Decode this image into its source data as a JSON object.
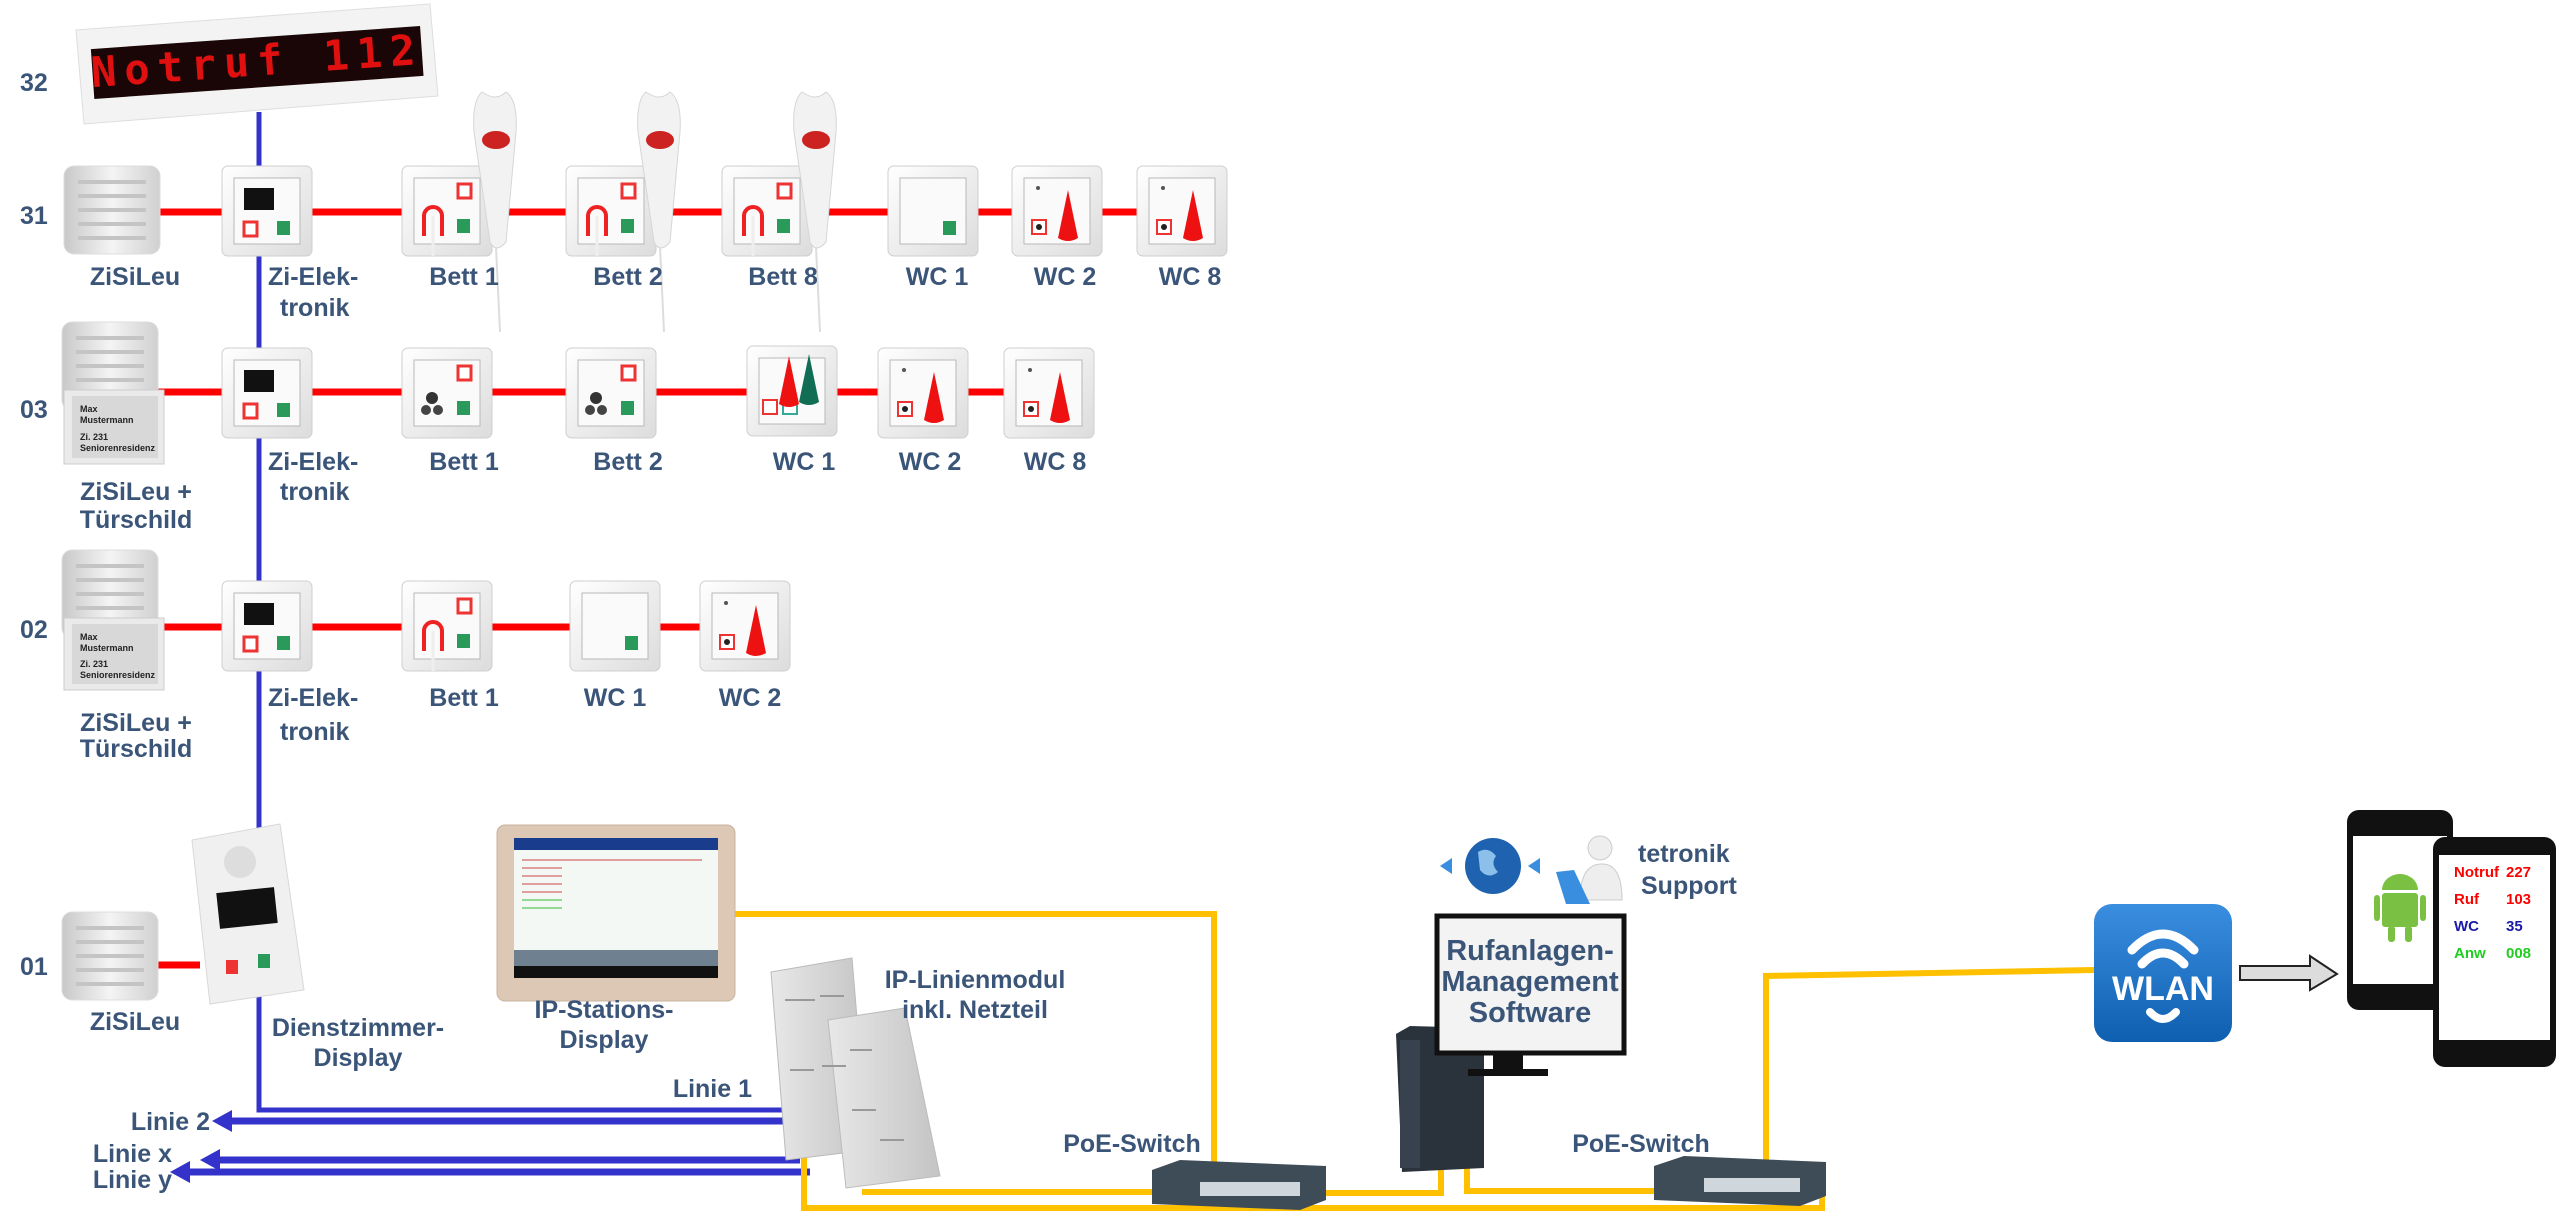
{
  "colors": {
    "bus_red": "#ff0000",
    "line_blue": "#3333cc",
    "ethernet_yellow": "#ffc000",
    "label": "#3b5579",
    "wlan_blue": "#1e73c8"
  },
  "levels": {
    "l32": "32",
    "l31": "31",
    "l03": "03",
    "l02": "02",
    "l01": "01"
  },
  "notruf_display": {
    "text": "Notruf 112"
  },
  "door_sign": {
    "line1": "Max",
    "line2": "Mustermann",
    "line3": "Zi. 231",
    "line4": "Seniorenresidenz"
  },
  "row31": {
    "zisileu": "ZiSiLeu",
    "zi_elek_1": "Zi-Elek-",
    "zi_elek_2": "tronik",
    "bett1": "Bett 1",
    "bett2": "Bett 2",
    "bett8": "Bett 8",
    "wc1": "WC 1",
    "wc2": "WC 2",
    "wc8": "WC 8"
  },
  "row03": {
    "zisileu_1": "ZiSiLeu +",
    "zisileu_2": "Türschild",
    "zi_elek_1": "Zi-Elek-",
    "zi_elek_2": "tronik",
    "bett1": "Bett 1",
    "bett2": "Bett 2",
    "wc1": "WC 1",
    "wc2": "WC 2",
    "wc8": "WC 8"
  },
  "row02": {
    "zisileu_1": "ZiSiLeu +",
    "zisileu_2": "Türschild",
    "zi_elek_1": "Zi-Elek-",
    "zi_elek_2": "tronik",
    "bett1": "Bett 1",
    "wc1": "WC 1",
    "wc2": "WC 2"
  },
  "row01": {
    "zisileu": "ZiSiLeu",
    "dienst_1": "Dienstzimmer-",
    "dienst_2": "Display",
    "ipstation_1": "IP-Stations-",
    "ipstation_2": "Display",
    "linienmodul_1": "IP-Linienmodul",
    "linienmodul_2": "inkl. Netzteil"
  },
  "lines": {
    "linie1": "Linie 1",
    "linie2": "Linie 2",
    "liniex": "Linie x",
    "liniey": "Linie y"
  },
  "network": {
    "poe_switch_1": "PoE-Switch",
    "poe_switch_2": "PoE-Switch",
    "software_1": "Rufanlagen-",
    "software_2": "Management",
    "software_3": "Software",
    "support_1": "tetronik",
    "support_2": "Support",
    "wlan": "WLAN"
  },
  "phone": {
    "rows": [
      {
        "label": "Notruf",
        "value": "227",
        "color": "#ff0000"
      },
      {
        "label": "Ruf",
        "value": "103",
        "color": "#ff0000"
      },
      {
        "label": "WC",
        "value": "35",
        "color": "#1a1aa8"
      },
      {
        "label": "Anw",
        "value": "008",
        "color": "#22cc22"
      }
    ]
  }
}
